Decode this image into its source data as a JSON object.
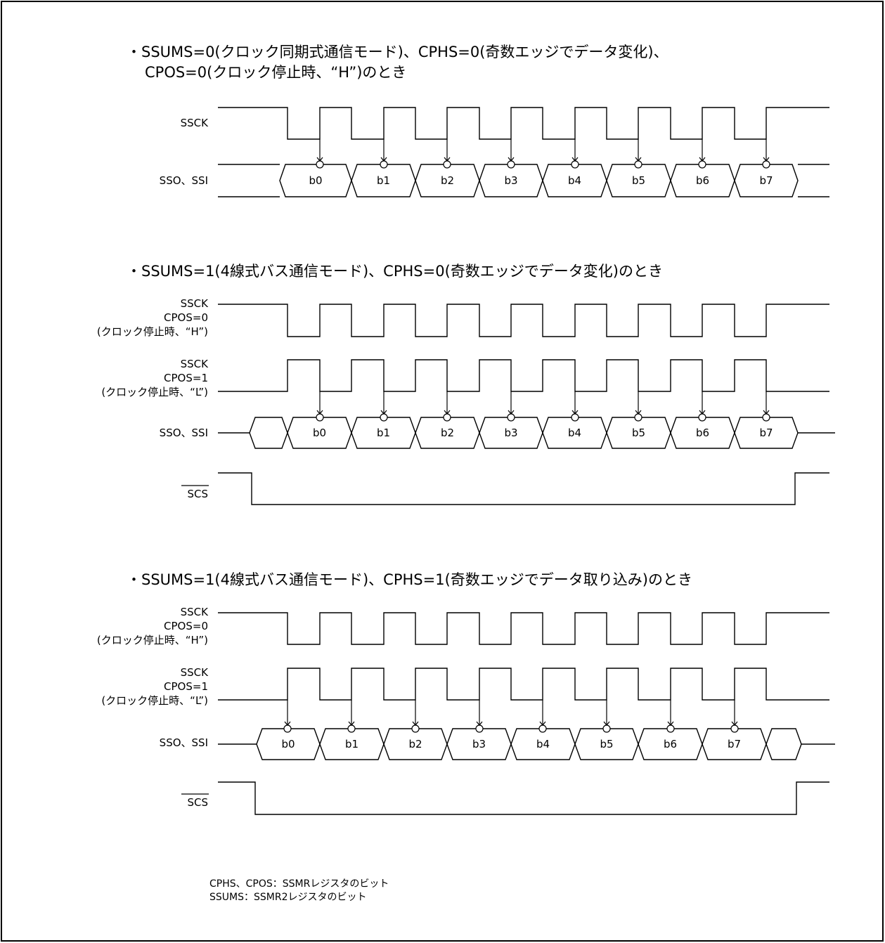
{
  "sections": [
    {
      "title_line1": "・SSUMS=0(クロック同期式通信モード)、CPHS=0(奇数エッジでデータ変化)、",
      "title_line2": "CPOS=0(クロック停止時、“H”)のとき",
      "sscks": [
        {
          "lines": [
            "SSCK"
          ],
          "idle": "H"
        }
      ],
      "data_label": "SSO、SSI",
      "bits": [
        "b0",
        "b1",
        "b2",
        "b3",
        "b4",
        "b5",
        "b6",
        "b7"
      ],
      "capture_edge": "rising",
      "has_scs": false
    },
    {
      "title_line1": "・SSUMS=1(4線式バス通信モード)、CPHS=0(奇数エッジでデータ変化)のとき",
      "title_line2": "",
      "sscks": [
        {
          "lines": [
            "SSCK",
            "CPOS=0",
            "(クロック停止時、“H”)"
          ],
          "idle": "H"
        },
        {
          "lines": [
            "SSCK",
            "CPOS=1",
            "(クロック停止時、“L”)"
          ],
          "idle": "L"
        }
      ],
      "data_label": "SSO、SSI",
      "bits": [
        "b0",
        "b1",
        "b2",
        "b3",
        "b4",
        "b5",
        "b6",
        "b7"
      ],
      "capture_edge": "falling",
      "has_scs": true,
      "scs_label": "SCS"
    },
    {
      "title_line1": "・SSUMS=1(4線式バス通信モード)、CPHS=1(奇数エッジでデータ取り込み)のとき",
      "title_line2": "",
      "sscks": [
        {
          "lines": [
            "SSCK",
            "CPOS=0",
            "(クロック停止時、“H”)"
          ],
          "idle": "H"
        },
        {
          "lines": [
            "SSCK",
            "CPOS=1",
            "(クロック停止時、“L”)"
          ],
          "idle": "L"
        }
      ],
      "data_label": "SSO、SSI",
      "bits": [
        "b0",
        "b1",
        "b2",
        "b3",
        "b4",
        "b5",
        "b6",
        "b7"
      ],
      "capture_edge": "rising",
      "has_scs": true,
      "scs_label": "SCS"
    }
  ],
  "notes": [
    "CPHS、CPOS：SSMRレジスタのビット",
    "SSUMS：SSMR2レジスタのビット"
  ]
}
